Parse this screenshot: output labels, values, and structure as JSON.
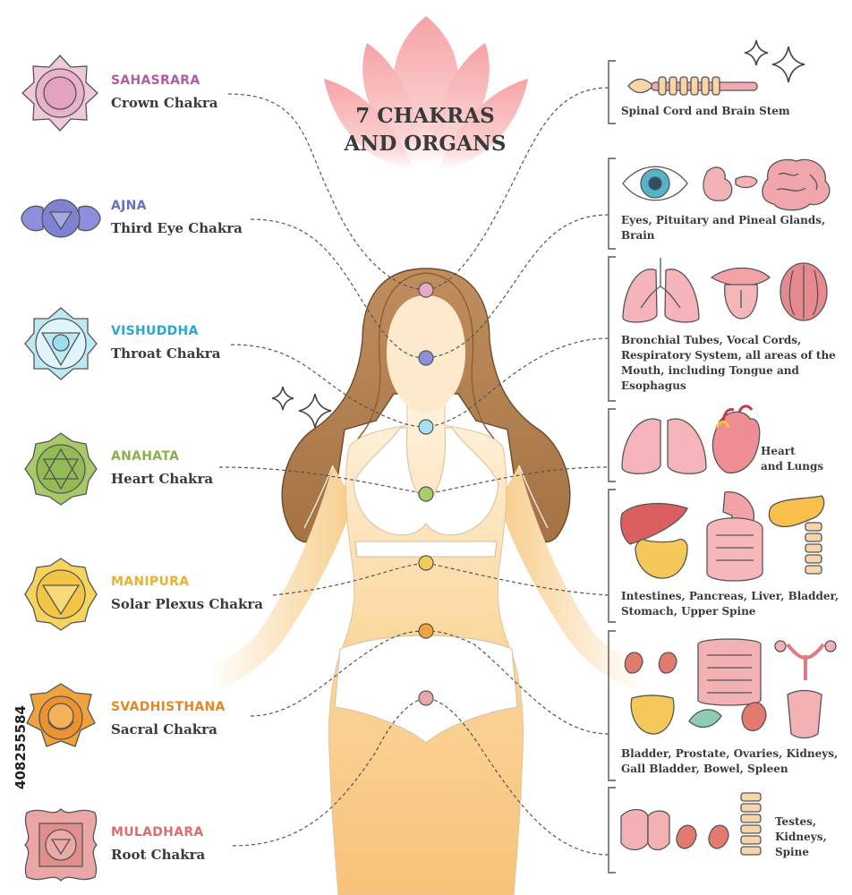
{
  "title": {
    "line1": "7 CHAKRAS",
    "line2": "AND ORGANS"
  },
  "image_id": "408255584",
  "chakras": [
    {
      "name": "SAHASRARA",
      "subtitle": "Crown Chakra",
      "color": "#b55aa6"
    },
    {
      "name": "AJNA",
      "subtitle": "Third Eye Chakra",
      "color": "#6a6fc2"
    },
    {
      "name": "VISHUDDHA",
      "subtitle": "Throat Chakra",
      "color": "#2fa6cf"
    },
    {
      "name": "ANAHATA",
      "subtitle": "Heart Chakra",
      "color": "#8ab04a"
    },
    {
      "name": "MANIPURA",
      "subtitle": "Solar Plexus Chakra",
      "color": "#e7b231"
    },
    {
      "name": "SVADHISTHANA",
      "subtitle": "Sacral Chakra",
      "color": "#e58622"
    },
    {
      "name": "MULADHARA",
      "subtitle": "Root Chakra",
      "color": "#d9706d"
    }
  ],
  "organs": [
    {
      "lines": [
        "Spinal Cord and Brain Stem"
      ]
    },
    {
      "lines": [
        "Eyes, Pituitary and Pineal Glands,",
        "Brain"
      ]
    },
    {
      "lines": [
        "Bronchial Tubes, Vocal Cords,",
        "Respiratory System, all areas of the",
        "Mouth, including Tongue and",
        "Esophagus"
      ]
    },
    {
      "lines": [
        "Heart",
        "and Lungs"
      ]
    },
    {
      "lines": [
        "Intestines, Pancreas, Liver, Bladder,",
        "Stomach, Upper Spine"
      ]
    },
    {
      "lines": [
        "Bladder, Prostate, Ovaries, Kidneys,",
        "Gall Bladder, Bowel, Spleen"
      ]
    },
    {
      "lines": [
        "Testes,",
        "Kidneys,",
        "Spine"
      ]
    }
  ]
}
